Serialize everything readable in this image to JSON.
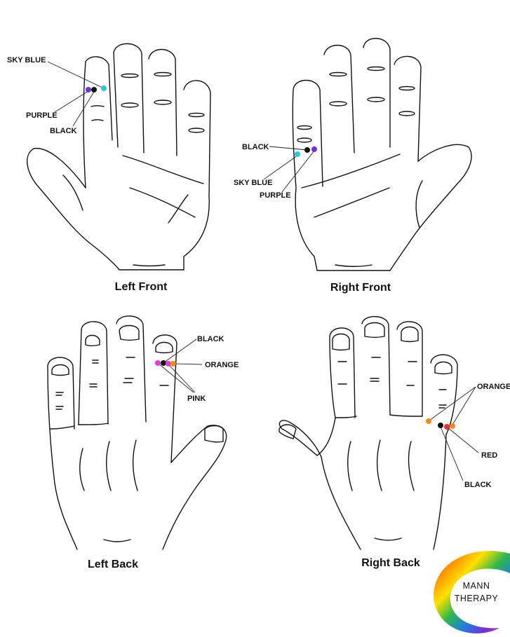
{
  "diagrams": [
    {
      "title": "Left Front",
      "dots": [
        {
          "color": "#7b2fd0",
          "label": "PURPLE"
        },
        {
          "color": "#111111",
          "label": "BLACK"
        },
        {
          "color": "#2cc6d6",
          "label": "SKY BLUE"
        }
      ]
    },
    {
      "title": "Right Front",
      "dots": [
        {
          "color": "#2cc6d6",
          "label": "SKY BLUE"
        },
        {
          "color": "#111111",
          "label": "BLACK"
        },
        {
          "color": "#7b2fd0",
          "label": "PURPLE"
        }
      ]
    },
    {
      "title": "Left Back",
      "dots": [
        {
          "color": "#e43ad8",
          "label": "PINK"
        },
        {
          "color": "#111111",
          "label": "BLACK"
        },
        {
          "color": "#e43ad8",
          "label": "PINK"
        },
        {
          "color": "#f08a1c",
          "label": "ORANGE"
        }
      ]
    },
    {
      "title": "Right Back",
      "dots": [
        {
          "color": "#f08a1c",
          "label": "ORANGE"
        },
        {
          "color": "#111111",
          "label": "BLACK"
        },
        {
          "color": "#e0322a",
          "label": "RED"
        },
        {
          "color": "#f08a1c",
          "label": "ORANGE"
        }
      ]
    }
  ],
  "labels": {
    "lf_sky_blue": "SKY BLUE",
    "lf_purple": "PURPLE",
    "lf_black": "BLACK",
    "rf_black": "BLACK",
    "rf_sky_blue": "SKY BLUE",
    "rf_purple": "PURPLE",
    "lb_black": "BLACK",
    "lb_orange": "ORANGE",
    "lb_pink": "PINK",
    "rb_orange": "ORANGE",
    "rb_red": "RED",
    "rb_black": "BLACK"
  },
  "logo": {
    "line1": "MANN",
    "line2": "THERAPY",
    "colors": [
      "#e6142a",
      "#ff8a00",
      "#ffe000",
      "#2fb84a",
      "#1e7fe0",
      "#7a2fd0",
      "#e43ad8"
    ]
  }
}
